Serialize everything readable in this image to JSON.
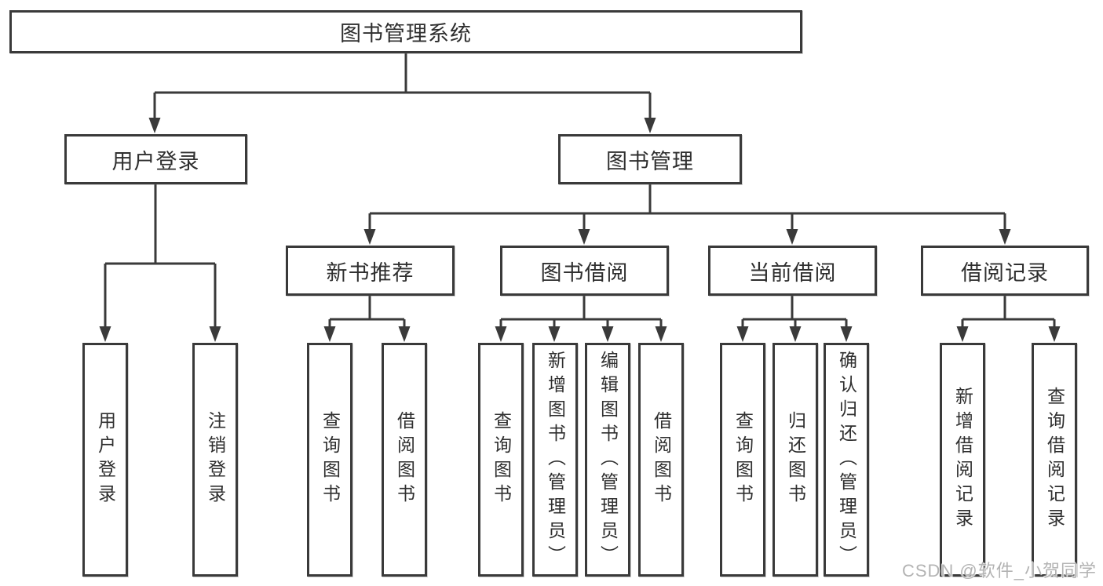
{
  "title": "图书管理系统",
  "user_login": {
    "label": "用户登录",
    "children": [
      {
        "label": "用户登录"
      },
      {
        "label": "注销登录"
      }
    ]
  },
  "book_management": {
    "label": "图书管理",
    "modules": [
      {
        "label": "新书推荐",
        "children": [
          {
            "label": "查询图书"
          },
          {
            "label": "借阅图书"
          }
        ]
      },
      {
        "label": "图书借阅",
        "children": [
          {
            "label": "查询图书"
          },
          {
            "label": "新增图书（管理员）"
          },
          {
            "label": "编辑图书（管理员）"
          },
          {
            "label": "借阅图书"
          }
        ]
      },
      {
        "label": "当前借阅",
        "children": [
          {
            "label": "查询图书"
          },
          {
            "label": "归还图书"
          },
          {
            "label": "确认归还（管理员）"
          }
        ]
      },
      {
        "label": "借阅记录",
        "children": [
          {
            "label": "新增借阅记录"
          },
          {
            "label": "查询借阅记录"
          }
        ]
      }
    ]
  },
  "watermark": "CSDN @软件_小贺同学",
  "colors": {
    "line": "#3a3a3a",
    "text": "#2f2f2f",
    "box_background": "#ffffff",
    "watermark": "#b3b3b3"
  }
}
